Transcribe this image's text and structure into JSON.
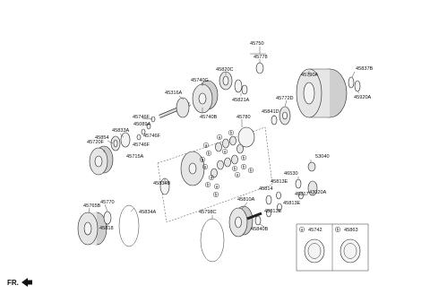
{
  "diagram": {
    "labels": [
      "45750",
      "45778",
      "45820C",
      "45821A",
      "45790A",
      "45837B",
      "45920A",
      "45740G",
      "45740B",
      "45316A",
      "45772D",
      "45841D",
      "45780",
      "45746F",
      "45089A",
      "45746F",
      "45746F",
      "45833A",
      "45854",
      "45720F",
      "45715A",
      "53040",
      "46530",
      "45817",
      "43020A",
      "45813E",
      "45814",
      "45813E",
      "45813E",
      "45834B",
      "45834A",
      "45770",
      "45765B",
      "45818",
      "45810A",
      "45798C",
      "45840B"
    ],
    "circle_letters": {
      "top_left": [
        "a",
        "b",
        "a",
        "a"
      ],
      "top_right": [
        "b",
        "a",
        "a",
        "b"
      ],
      "bottom_left": [
        "a",
        "b",
        "a",
        "b"
      ],
      "bottom_right": [
        "b",
        "a",
        "b",
        "b"
      ]
    },
    "inset": {
      "col1_label": "45742",
      "col2_label": "45863",
      "col1_letter": "a",
      "col2_letter": "b"
    },
    "direction_label": "FR."
  }
}
